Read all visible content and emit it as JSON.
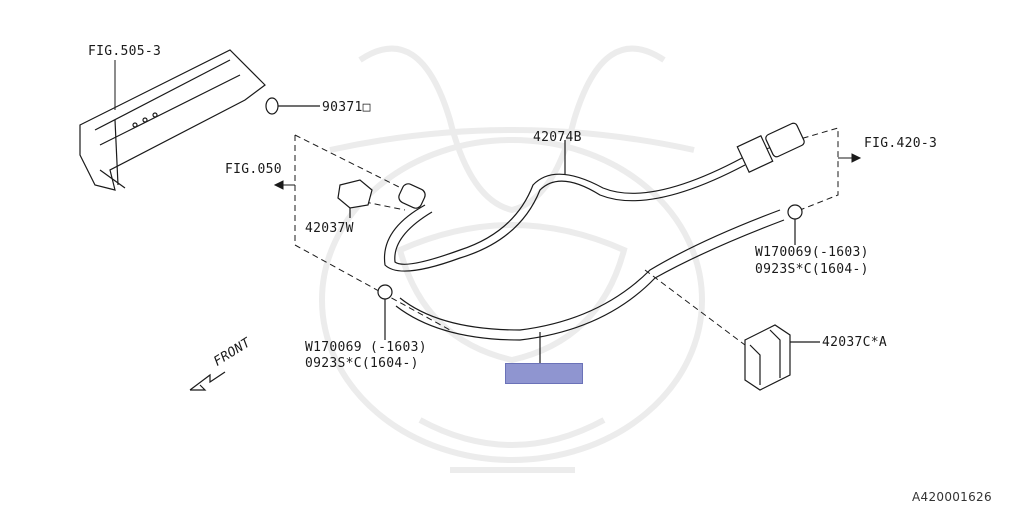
{
  "labels": {
    "fig_505_3": "FIG.505-3",
    "part_90371": "90371□",
    "fig_050": "FIG.050",
    "part_42074b": "42074B",
    "fig_420_3": "FIG.420-3",
    "part_42037w": "42037W",
    "clamp_right_1": "W170069(-1603)",
    "clamp_right_2": "0923S*C(1604-)",
    "clamp_left_1": "W170069 (-1603)",
    "clamp_left_2": "0923S*C(1604-)",
    "part_42037ca": "42037C*A",
    "front": "FRONT",
    "diagram_id": "A420001626"
  },
  "colors": {
    "line": "#1a1a1a",
    "highlight": "#8f95d0",
    "watermark": "#ececec"
  }
}
